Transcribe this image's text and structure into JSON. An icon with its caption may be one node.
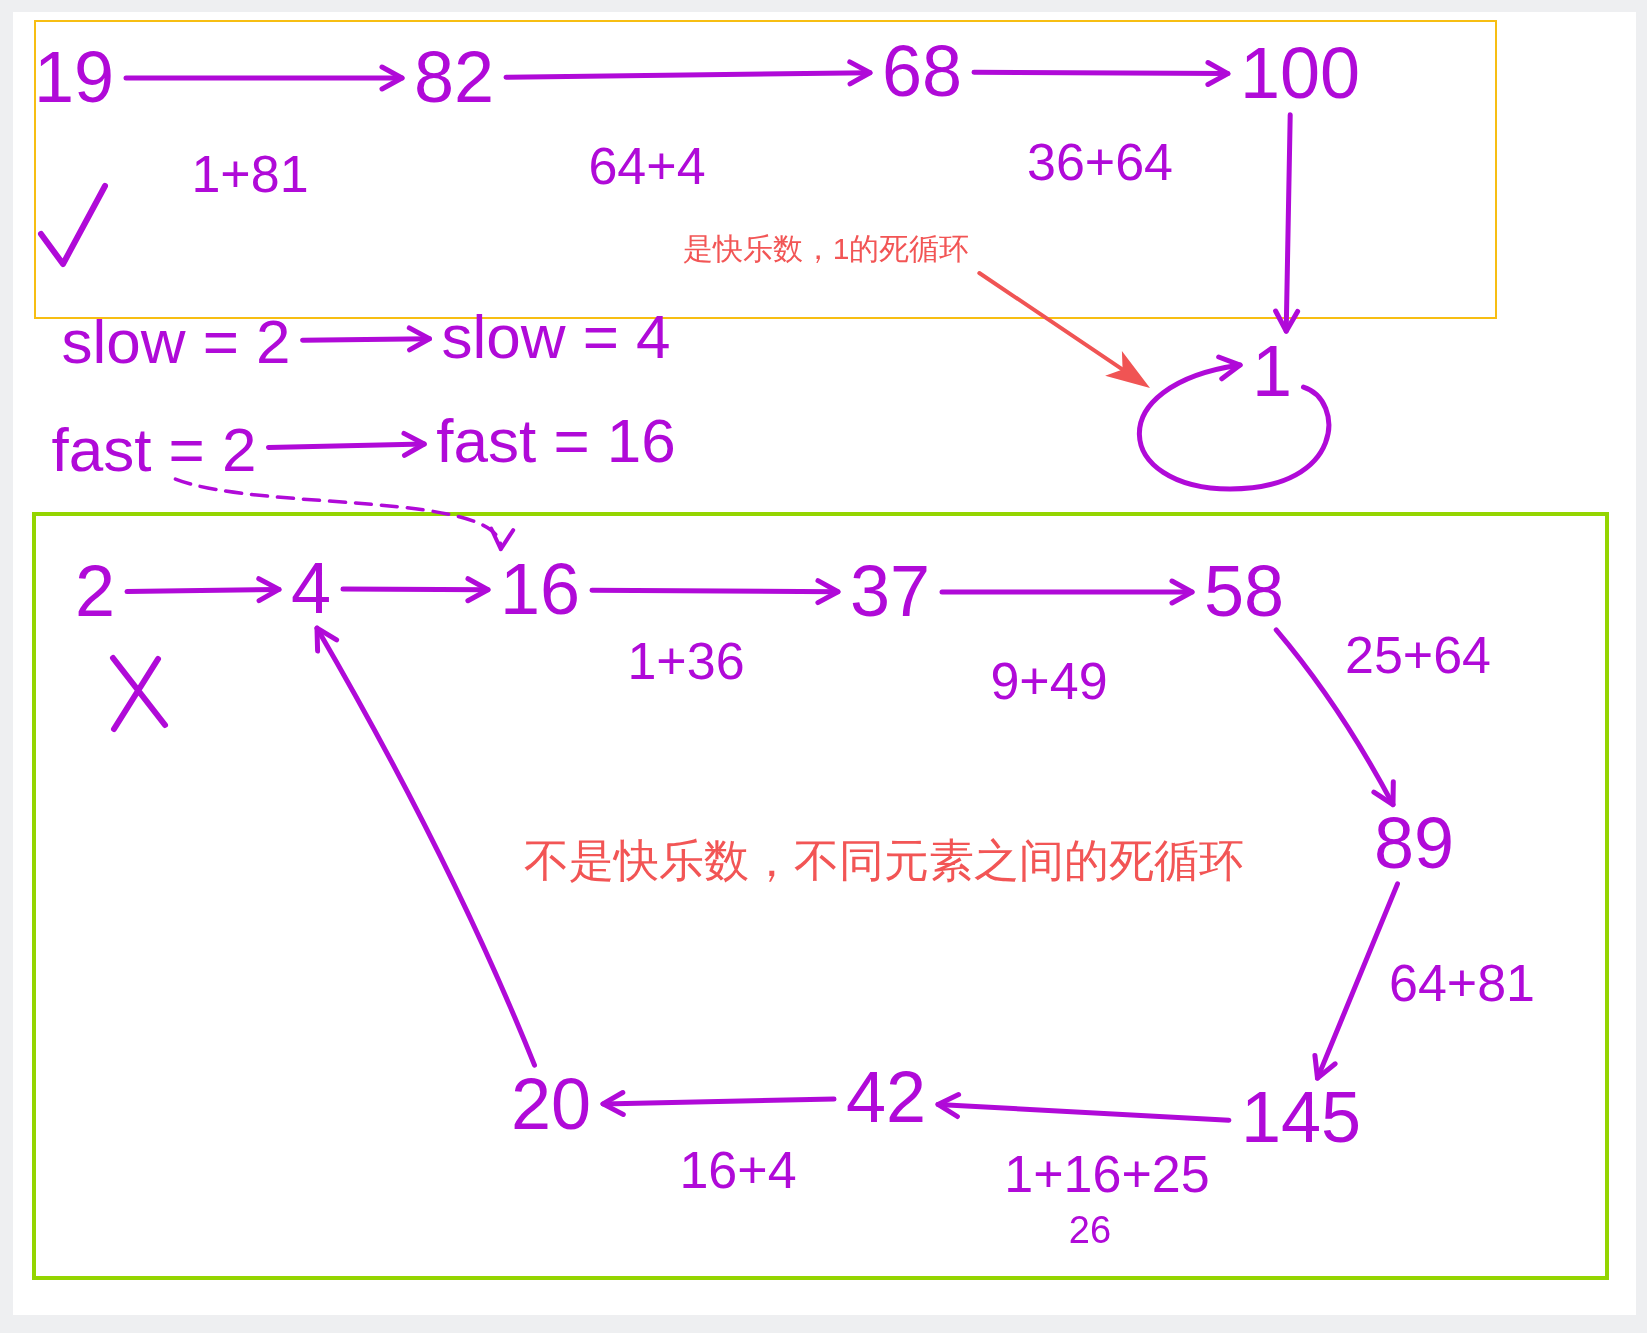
{
  "diagram": {
    "nodes": [
      {
        "text": [],
        "shape": "box"
      },
      {
        "text": [
          "19"
        ],
        "in": 0
      },
      {
        "text": [
          "82"
        ],
        "in": 0
      },
      {
        "text": [
          "68"
        ],
        "in": 0
      },
      {
        "text": [
          "100"
        ],
        "in": 0
      },
      {
        "text": [
          "是快乐数，1的死循环"
        ],
        "in": 0
      },
      {
        "text": [
          "slow = 2"
        ]
      },
      {
        "text": [
          "slow = 4"
        ]
      },
      {
        "text": [
          "1"
        ]
      },
      {
        "text": [
          "fast = 2"
        ]
      },
      {
        "text": [
          "fast = 16"
        ]
      },
      {
        "text": [],
        "shape": "box"
      },
      {
        "text": [
          "2"
        ],
        "in": 11
      },
      {
        "text": [
          "4"
        ],
        "in": 11
      },
      {
        "text": [
          "16"
        ],
        "in": 11
      },
      {
        "text": [
          "37"
        ],
        "in": 11
      },
      {
        "text": [
          "58"
        ],
        "in": 11
      },
      {
        "text": [
          "89"
        ],
        "in": 11
      },
      {
        "text": [
          "20"
        ],
        "in": 11
      },
      {
        "text": [
          "42"
        ],
        "in": 11
      },
      {
        "text": [
          "145"
        ],
        "in": 11
      }
    ],
    "edges": [
      {
        "from": 1,
        "to": 2,
        "arrow": "to",
        "label": "1+81"
      },
      {
        "from": 2,
        "to": 3,
        "arrow": "to",
        "label": "64+4"
      },
      {
        "from": 3,
        "to": 4,
        "arrow": "to",
        "label": "36+64"
      },
      {
        "from": 4,
        "to": 8,
        "arrow": "to"
      },
      {
        "from": 8,
        "to": 8,
        "arrow": "to"
      },
      {
        "from": 5,
        "to": null,
        "arrow": "to",
        "color": "#f05454"
      },
      {
        "from": 6,
        "to": 7,
        "arrow": "to"
      },
      {
        "from": 9,
        "to": 10,
        "arrow": "to"
      },
      {
        "from": 9,
        "to": 14,
        "arrow": "to",
        "style": "dashed"
      },
      {
        "from": 12,
        "to": 13,
        "arrow": "to"
      },
      {
        "from": 13,
        "to": 14,
        "arrow": "to"
      },
      {
        "from": 14,
        "to": 15,
        "arrow": "to",
        "label": "1+36"
      },
      {
        "from": 15,
        "to": 16,
        "arrow": "to",
        "label": "9+49"
      },
      {
        "from": 16,
        "to": 17,
        "arrow": "to",
        "label": "25+64"
      },
      {
        "from": 17,
        "to": 20,
        "arrow": "to",
        "label": "64+81"
      },
      {
        "from": 20,
        "to": 19,
        "arrow": "to",
        "label": "1+16+25"
      },
      {
        "from": 19,
        "to": 18,
        "arrow": "to",
        "label": "16+4"
      },
      {
        "from": 18,
        "to": 13,
        "arrow": "to"
      }
    ],
    "labels": [
      "不是快乐数，不同元素之间的死循环",
      "26"
    ]
  }
}
